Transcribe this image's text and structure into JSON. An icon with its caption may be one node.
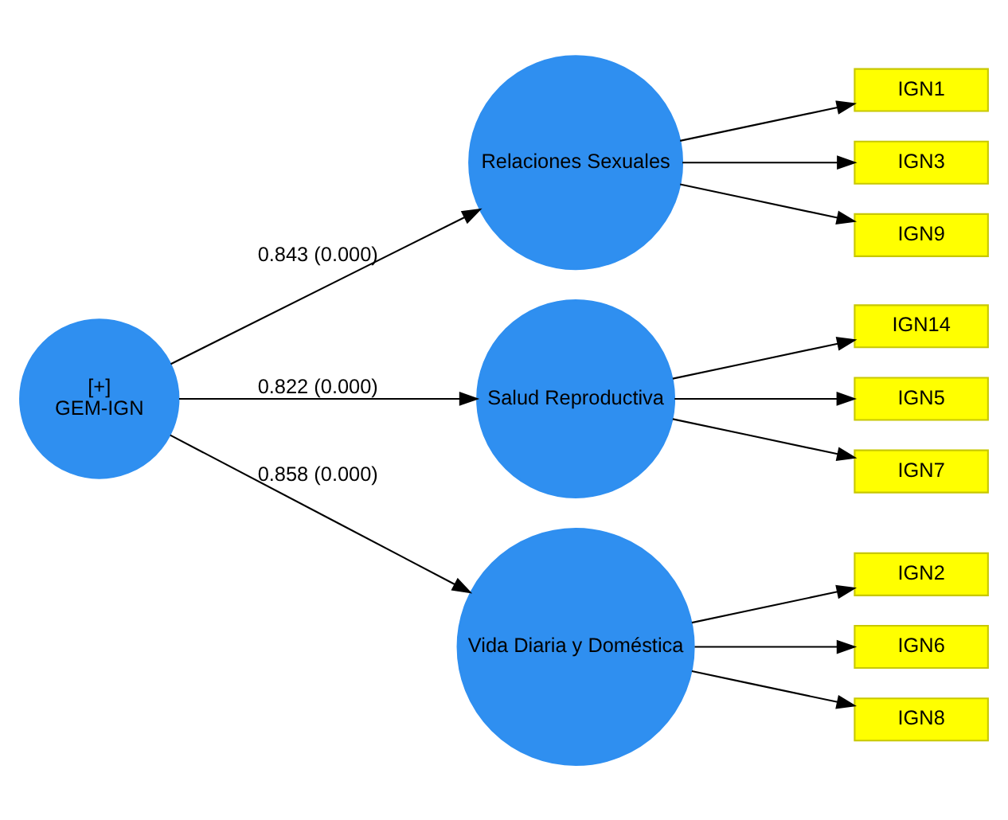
{
  "diagram": {
    "nodes": [
      {
        "text": [
          "[+]",
          "GEM-IGN"
        ]
      },
      {
        "text": [
          "Relaciones Sexuales"
        ]
      },
      {
        "text": [
          "IGN1"
        ]
      },
      {
        "text": [
          "IGN3"
        ]
      },
      {
        "text": [
          "IGN9"
        ]
      },
      {
        "text": [
          "Salud Reproductiva"
        ]
      },
      {
        "text": [
          "IGN14"
        ]
      },
      {
        "text": [
          "IGN5"
        ]
      },
      {
        "text": [
          "IGN7"
        ]
      },
      {
        "text": [
          "Vida Diaria y Doméstica"
        ]
      },
      {
        "text": [
          "IGN2"
        ]
      },
      {
        "text": [
          "IGN6"
        ]
      },
      {
        "text": [
          "IGN8"
        ]
      }
    ],
    "edges": [
      {
        "from": 0,
        "to": 1,
        "arrow": "to",
        "label": "0.843 (0.000)"
      },
      {
        "from": 0,
        "to": 5,
        "arrow": "to",
        "label": "0.822 (0.000)"
      },
      {
        "from": 0,
        "to": 9,
        "arrow": "to",
        "label": "0.858 (0.000)"
      },
      {
        "from": 1,
        "to": 2,
        "arrow": "to"
      },
      {
        "from": 1,
        "to": 3,
        "arrow": "to"
      },
      {
        "from": 1,
        "to": 4,
        "arrow": "to"
      },
      {
        "from": 5,
        "to": 6,
        "arrow": "to"
      },
      {
        "from": 5,
        "to": 7,
        "arrow": "to"
      },
      {
        "from": 5,
        "to": 8,
        "arrow": "to"
      },
      {
        "from": 9,
        "to": 10,
        "arrow": "to"
      },
      {
        "from": 9,
        "to": 11,
        "arrow": "to"
      },
      {
        "from": 9,
        "to": 12,
        "arrow": "to"
      }
    ]
  }
}
